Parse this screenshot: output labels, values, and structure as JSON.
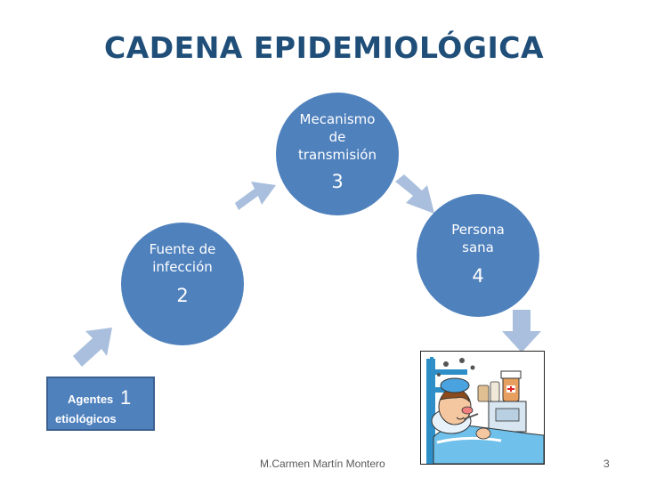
{
  "title": "CADENA EPIDEMIOLÓGICA",
  "agents": {
    "label_top": "Agentes",
    "number": "1",
    "label_bottom": "etiológicos"
  },
  "nodes": [
    {
      "lines": [
        "Fuente de",
        "infección"
      ],
      "number": "2"
    },
    {
      "lines": [
        "Mecanismo",
        "de",
        "transmisión"
      ],
      "number": "3"
    },
    {
      "lines": [
        "Persona",
        "sana"
      ],
      "number": "4"
    }
  ],
  "footer": {
    "author": "M.Carmen Martín Montero",
    "slide_number": "3"
  },
  "colors": {
    "title": "#1f4e79",
    "circle": "#4f81bd",
    "arrow": "#a9bfdd"
  }
}
